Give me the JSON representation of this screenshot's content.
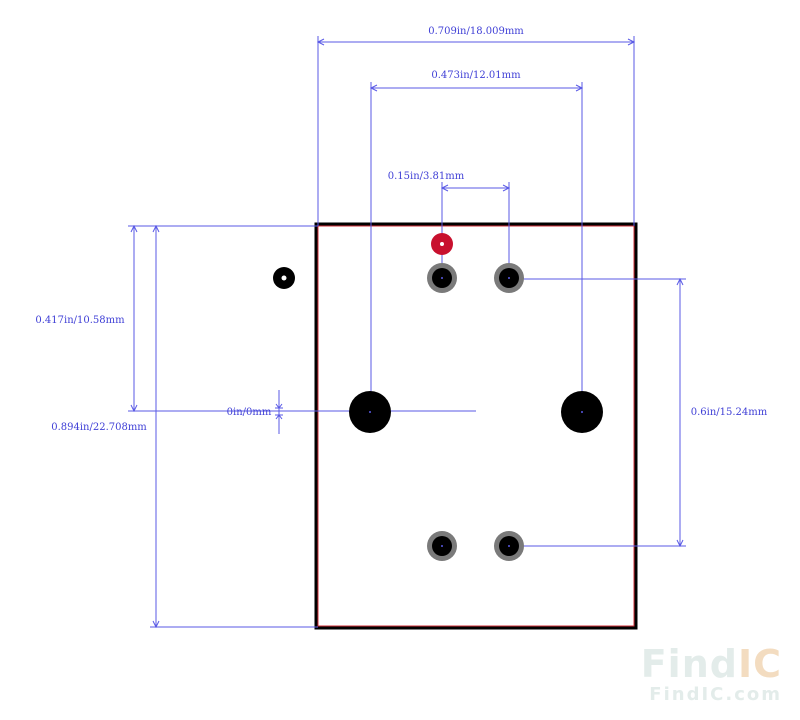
{
  "dimensions": {
    "overall_width": "0.709in/18.009mm",
    "large_pad_spacing": "0.473in/12.01mm",
    "small_pad_pitch": "0.15in/3.81mm",
    "top_to_center": "0.417in/10.58mm",
    "overall_height": "0.894in/22.708mm",
    "zero_offset": "0in/0mm",
    "pad_row_spacing": "0.6in/15.24mm"
  },
  "colors": {
    "dimension": "#5a5ae6",
    "outline": "#000000",
    "pin1_marker": "#c8102e",
    "pad_annular": "#7a7a7a",
    "pad_copper": "#000000"
  },
  "watermark": {
    "logo_main": "Find",
    "logo_accent": "IC",
    "url": "FindIC.com"
  }
}
